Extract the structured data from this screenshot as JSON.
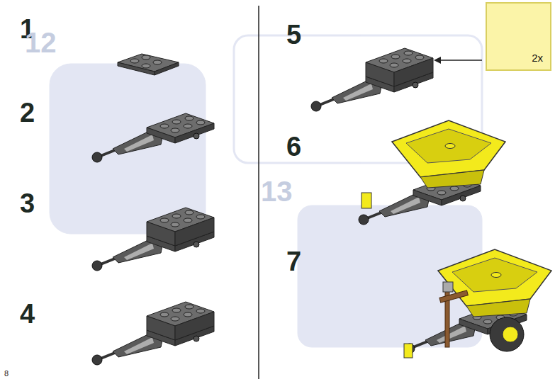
{
  "diagram": {
    "nodes": [
      {
        "text": [
          "2x"
        ]
      }
    ],
    "labels": [
      "1",
      "12",
      "2",
      "3",
      "4",
      "8",
      "5",
      "6",
      "13",
      "7"
    ]
  }
}
